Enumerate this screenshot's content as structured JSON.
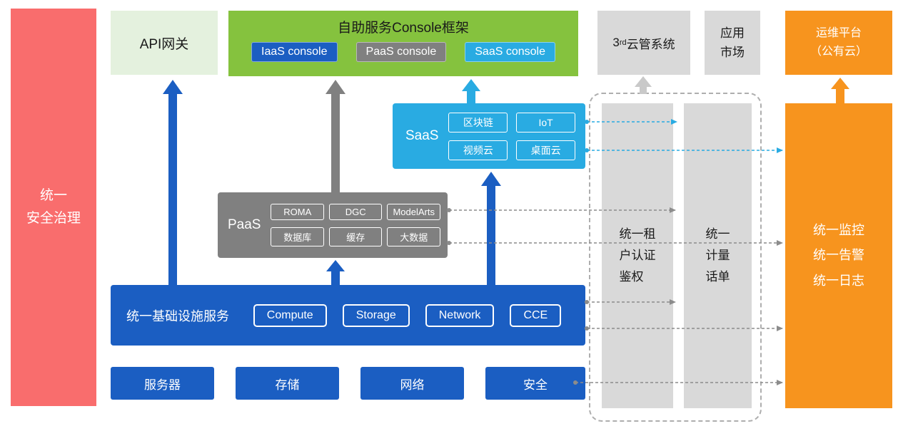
{
  "palette": {
    "red": "#F96D6D",
    "blue": "#1B5EC2",
    "gray": "#808080",
    "light_gray": "#D9D9D9",
    "green": "#85C23E",
    "light_green": "#E4F1DE",
    "cyan": "#29ABE2",
    "orange": "#F7941E"
  },
  "security_bar": {
    "label": "统一\n安全治理"
  },
  "api_gateway": {
    "label": "API网关"
  },
  "console_frame": {
    "title": "自助服务Console框架",
    "consoles": [
      {
        "label": "IaaS console"
      },
      {
        "label": "PaaS console"
      },
      {
        "label": "SaaS console"
      }
    ]
  },
  "third_party_cloud": {
    "prefix": "3",
    "superscript": "rd",
    "suffix": "云管系统"
  },
  "app_market": {
    "label": "应用\n市场"
  },
  "om_platform": {
    "label": "运维平台\n（公有云）"
  },
  "saas": {
    "label": "SaaS",
    "items": [
      "区块链",
      "IoT",
      "视频云",
      "桌面云"
    ]
  },
  "paas": {
    "label": "PaaS",
    "items": [
      "ROMA",
      "DGC",
      "ModelArts",
      "数据库",
      "缓存",
      "大数据"
    ]
  },
  "infrastructure": {
    "label": "统一基础设施服务",
    "items": [
      "Compute",
      "Storage",
      "Network",
      "CCE"
    ]
  },
  "resources": [
    "服务器",
    "存储",
    "网络",
    "安全"
  ],
  "pillars": {
    "tenant_auth": "统一租\n户认证\n鉴权",
    "metering": "统一\n计量\n话单",
    "monitoring": "统一监控\n统一告警\n统一日志"
  }
}
